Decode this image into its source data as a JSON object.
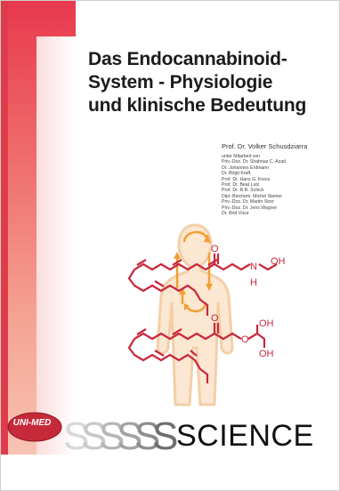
{
  "cover": {
    "title_lines": [
      "Das Endocannabinoid-",
      "System - Physiologie",
      "und klinische Bedeutung"
    ],
    "author": "Prof. Dr. Volker Schusdziarra",
    "contributors_intro": "unter Mitarbeit von",
    "contributors": [
      "Priv.-Doz. Dr. Shahnaz C. Azad",
      "Dr. Johannes Erdmann",
      "Dr. Birgit Kraft",
      "Prof. Dr. Hans G. Kress",
      "Prof. Dr. Beat Lutz",
      "Prof. Dr. R.R. Schick",
      "Dipl.-Biochem. Michel Steiner",
      "Priv.-Doz. Dr. Martin Storr",
      "Priv.-Doz. Dr. Jens Wagner",
      "Dr. Brid Vüce"
    ],
    "publisher": "UNI-MED",
    "series": "SCIENCE",
    "molecule_labels": {
      "oh_top": "OH",
      "oh_mid": "OH",
      "oh_bottom": "OH",
      "n": "N",
      "h": "H",
      "o_top": "O",
      "o_mid": "O",
      "o_bottom": "O"
    }
  },
  "colors": {
    "stripe_top": "#e8394f",
    "stripe_bottom": "#f8c3b3",
    "molecule": "#c8283c",
    "arrows": "#f0a030",
    "figure": "#f3cfa8"
  }
}
